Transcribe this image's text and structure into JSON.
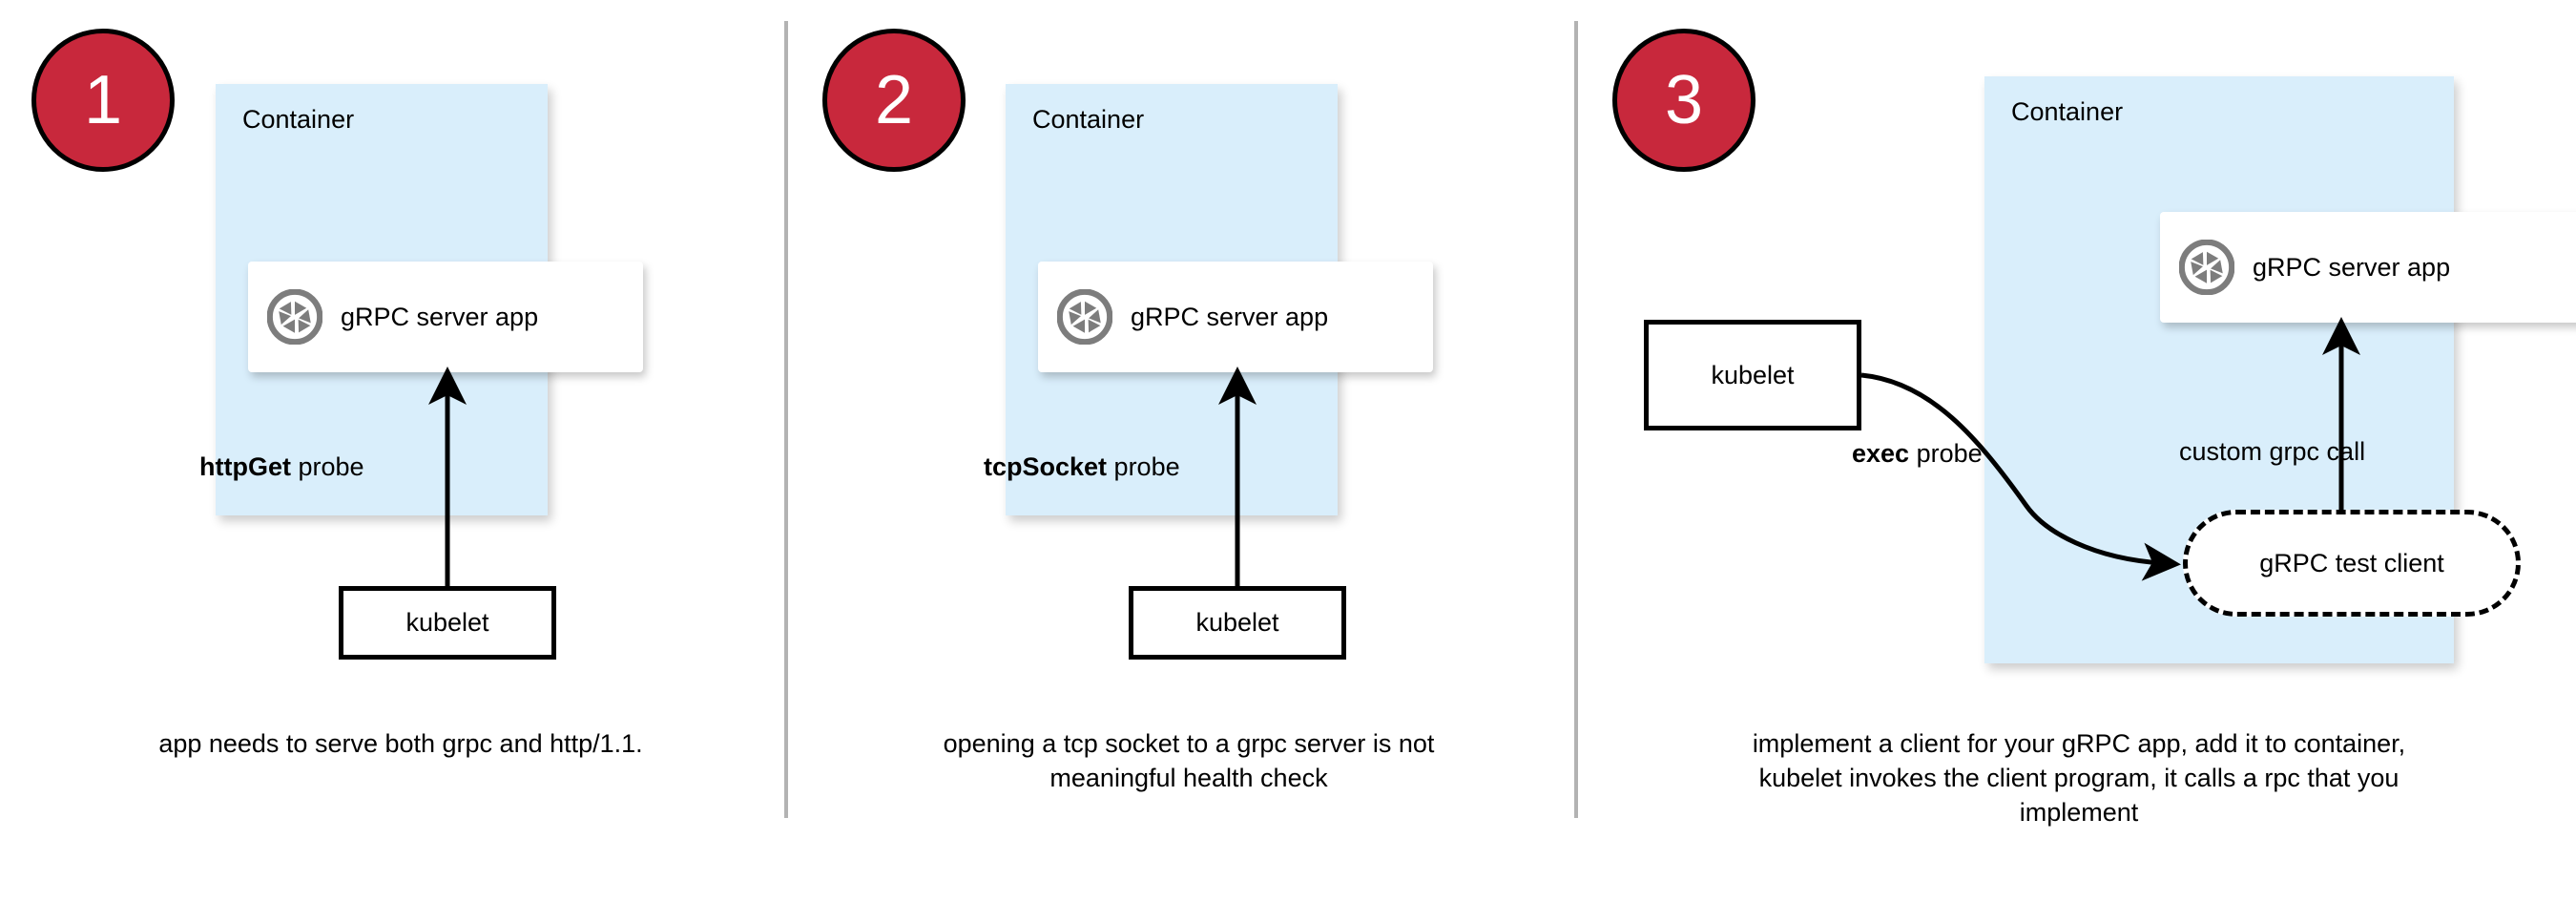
{
  "theme": {
    "badge_fill": "#C8283C",
    "badge_border": "#000000",
    "badge_text": "#FFFFFF",
    "container_fill": "#D9EEFB",
    "card_fill": "#FFFFFF",
    "stroke": "#000000",
    "divider": "#B3B3B3",
    "icon_gray": "#7D7D7D",
    "page_bg": "#FFFFFF"
  },
  "panels": [
    {
      "badge": "1",
      "container_label": "Container",
      "app_label": "gRPC server app",
      "app_icon": "grpc-aperture-icon",
      "probe_label_bold": "httpGet",
      "probe_label_rest": " probe",
      "kubelet_label": "kubelet",
      "caption": "app needs to serve both grpc and http/1.1."
    },
    {
      "badge": "2",
      "container_label": "Container",
      "app_label": "gRPC server app",
      "app_icon": "grpc-aperture-icon",
      "probe_label_bold": "tcpSocket",
      "probe_label_rest": " probe",
      "kubelet_label": "kubelet",
      "caption": "opening a tcp socket to a grpc server is not meaningful health check"
    },
    {
      "badge": "3",
      "container_label": "Container",
      "app_label": "gRPC server app",
      "app_icon": "grpc-aperture-icon",
      "probe_label_bold": "exec",
      "probe_label_rest": " probe",
      "call_label": "custom grpc call",
      "test_client_label": "gRPC test client",
      "kubelet_label": "kubelet",
      "caption": "implement a client for your gRPC app, add it to container, kubelet invokes the client program, it calls a rpc that you implement"
    }
  ]
}
